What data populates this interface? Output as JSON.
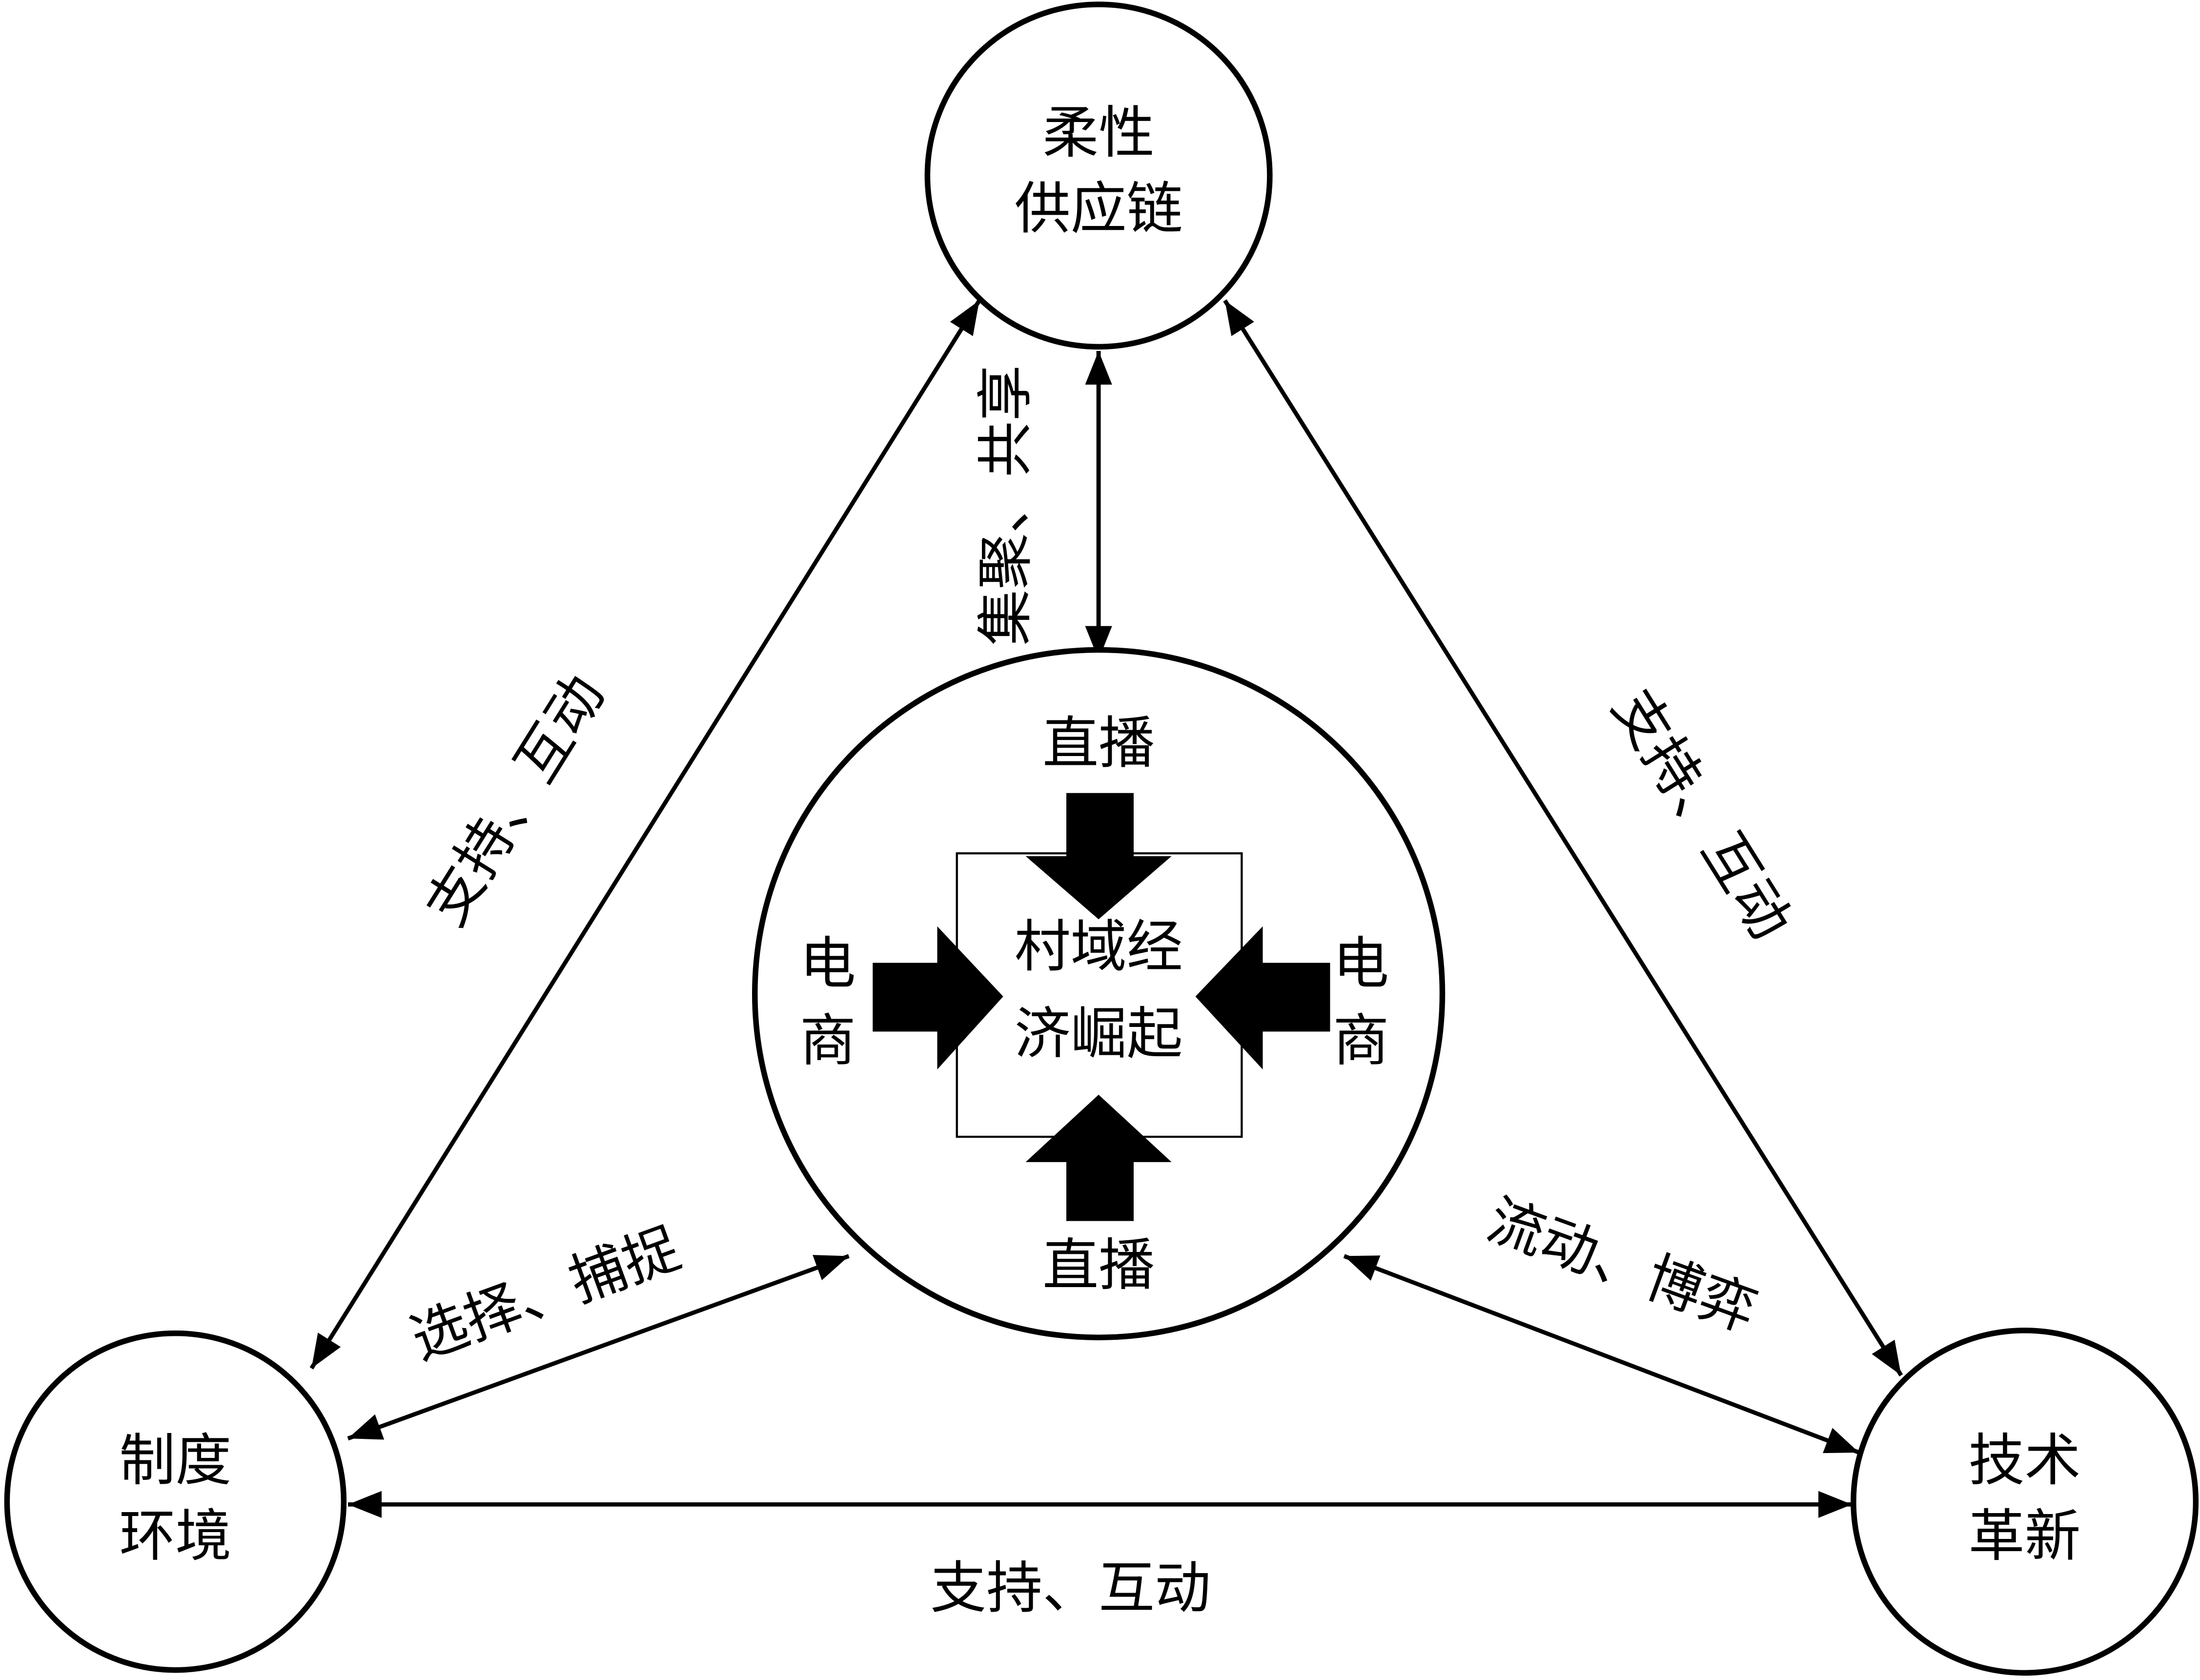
{
  "nodes": {
    "top": [
      "柔性",
      "供应链"
    ],
    "left": [
      "制度",
      "环境"
    ],
    "right": [
      "技术",
      "革新"
    ],
    "center": [
      "村域经",
      "济崛起"
    ]
  },
  "inner_drivers": {
    "top": "直播",
    "bottom": "直播",
    "left": [
      "电",
      "商"
    ],
    "right": [
      "电",
      "商"
    ]
  },
  "edge_labels": {
    "top_center": "集聚、共享",
    "left_top": "支持、互动",
    "right_top": "支持、互动",
    "left_bottom_right": "支持、互动",
    "left_center": "选择、捕捉",
    "center_right": "流动、博弈"
  }
}
